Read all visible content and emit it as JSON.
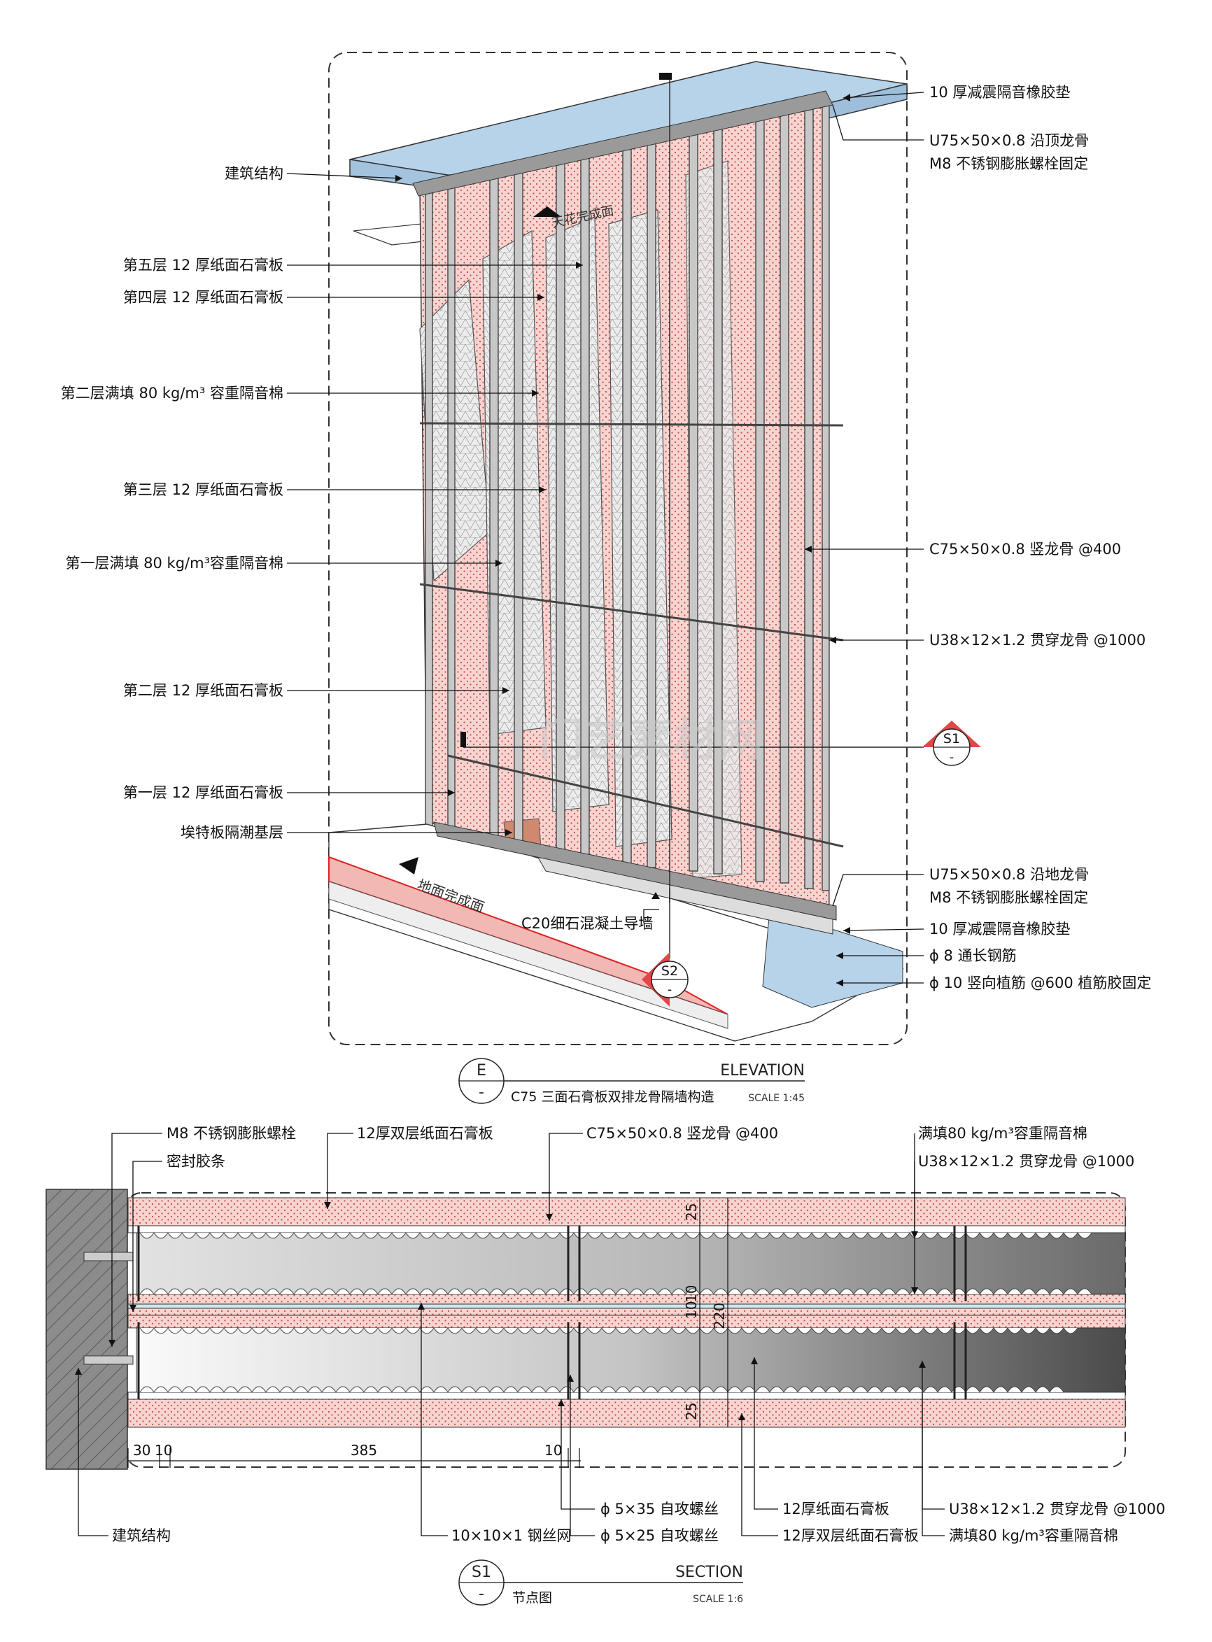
{
  "elevation": {
    "callouts_left": [
      "建筑结构",
      "第五层 12 厚纸面石膏板",
      "第四层 12 厚纸面石膏板",
      "第二层满填 80 kg/m³ 容重隔音棉",
      "第三层 12 厚纸面石膏板",
      "第一层满填 80 kg/m³容重隔音棉",
      "第二层 12 厚纸面石膏板",
      "第一层 12 厚纸面石膏板",
      "埃特板隔潮基层"
    ],
    "callouts_right": [
      "10 厚减震隔音橡胶垫",
      "U75×50×0.8 沿顶龙骨",
      "M8 不锈钢膨胀螺栓固定",
      "C75×50×0.8 竖龙骨 @400",
      "U38×12×1.2 贯穿龙骨 @1000",
      "U75×50×0.8 沿地龙骨",
      "M8 不锈钢膨胀螺栓固定",
      "10 厚减震隔音橡胶垫",
      "ϕ 8 通长钢筋",
      "ϕ 10 竖向植筋 @600 植筋胶固定"
    ],
    "ceiling_label": "天花完成面",
    "floor_label": "地面完成面",
    "curb_label": "C20细石混凝土导墙",
    "markers": [
      {
        "code": "S1",
        "sub": "-"
      },
      {
        "code": "S2",
        "sub": "-"
      }
    ],
    "title_block": {
      "code": "E",
      "sub": "-",
      "type": "ELEVATION",
      "name": "C75 三面石膏板双排龙骨隔墙构造",
      "scale": "SCALE 1:45"
    }
  },
  "section": {
    "callouts_top": [
      "M8 不锈钢膨胀螺栓",
      "密封胶条",
      "12厚双层纸面石膏板",
      "C75×50×0.8 竖龙骨 @400",
      "满填80 kg/m³容重隔音棉",
      "U38×12×1.2 贯穿龙骨 @1000"
    ],
    "callouts_bottom": [
      "建筑结构",
      "10×10×1 钢丝网",
      "ϕ 5×35 自攻螺丝",
      "ϕ 5×25 自攻螺丝",
      "12厚纸面石膏板",
      "12厚双层纸面石膏板",
      "U38×12×1.2 贯穿龙骨 @1000",
      "满填80 kg/m³容重隔音棉"
    ],
    "dims_horizontal": [
      "30",
      "10",
      "385",
      "10"
    ],
    "dims_vertical": [
      "25",
      "10",
      "10",
      "25",
      "220"
    ],
    "title_block": {
      "code": "S1",
      "sub": "-",
      "type": "SECTION",
      "name": "节点图",
      "scale": "SCALE 1:6"
    }
  },
  "watermark": "门艺素材网",
  "colors": {
    "concrete": "#b7d3ea",
    "gypsum": "#f6c9c6",
    "dots": "#c0504d",
    "steel": "#9a9a9a",
    "marker": "#e04848"
  }
}
